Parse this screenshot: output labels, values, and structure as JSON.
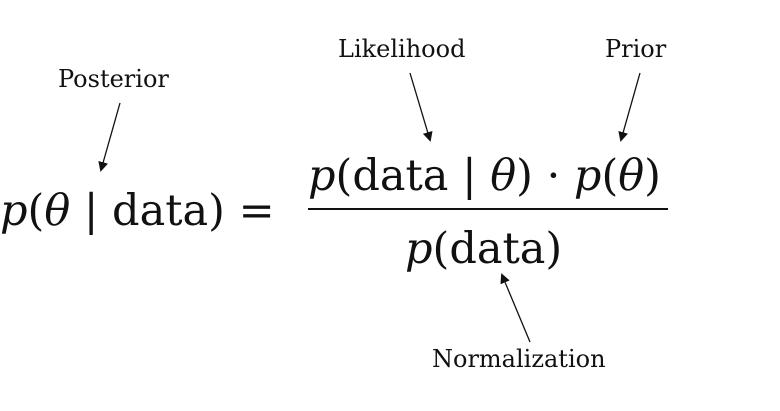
{
  "labels": {
    "posterior": "Posterior",
    "likelihood": "Likelihood",
    "prior": "Prior",
    "normalization": "Normalization"
  },
  "equation": {
    "lhs": {
      "p": "p",
      "theta": "θ",
      "given": "|",
      "data": "data",
      "close": ")",
      "equals": "="
    },
    "numerator": {
      "p1": "p",
      "data": "data",
      "given": "|",
      "theta": "θ",
      "dot": "·",
      "p2": "p",
      "theta2": "θ"
    },
    "denominator": {
      "p": "p",
      "data": "data"
    }
  },
  "colors": {
    "ink": "#111111",
    "background": "#ffffff"
  }
}
